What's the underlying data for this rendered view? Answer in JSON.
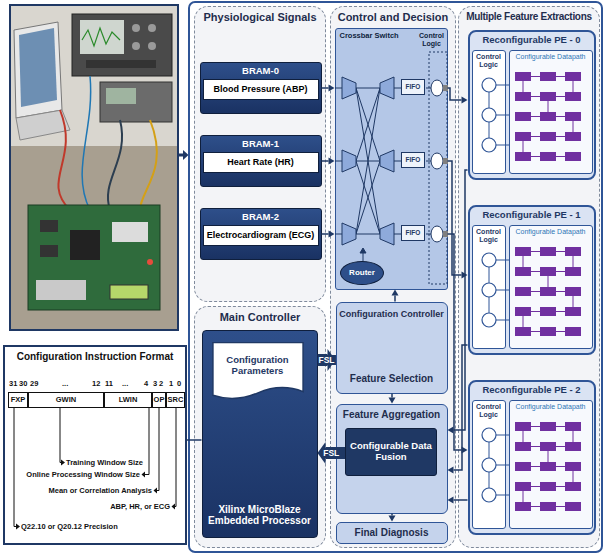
{
  "diagram": {
    "nodes": [
      {
        "text": [
          "Physiological Signals"
        ]
      },
      {
        "text": [
          "BRAM-0",
          "Blood Pressure (ABP)"
        ],
        "in": 0
      },
      {
        "text": [
          "BRAM-1",
          "Heart Rate (HR)"
        ],
        "in": 0
      },
      {
        "text": [
          "BRAM-2",
          "Electrocardiogram (ECG)"
        ],
        "in": 0
      },
      {
        "text": [
          "Control and Decision"
        ]
      },
      {
        "text": [
          "Crossbar Switch",
          "Control Logic"
        ],
        "in": 4
      },
      {
        "text": [
          "FIFO"
        ],
        "in": 5
      },
      {
        "text": [
          "FIFO"
        ],
        "in": 5
      },
      {
        "text": [
          "FIFO"
        ],
        "in": 5
      },
      {
        "text": [
          "Router"
        ],
        "in": 5
      },
      {
        "text": [
          "Multiple Feature Extractions"
        ]
      },
      {
        "text": [
          "Reconfigurable PE - 0"
        ],
        "in": 10
      },
      {
        "text": [
          "Control Logic"
        ],
        "in": 11
      },
      {
        "text": [
          "Configurable Datapath"
        ],
        "in": 11
      },
      {
        "text": [
          "Reconfigurable PE - 1"
        ],
        "in": 10
      },
      {
        "text": [
          "Control Logic"
        ],
        "in": 14
      },
      {
        "text": [
          "Configurable Datapath"
        ],
        "in": 14
      },
      {
        "text": [
          "Reconfigurable PE - 2"
        ],
        "in": 10
      },
      {
        "text": [
          "Control Logic"
        ],
        "in": 17
      },
      {
        "text": [
          "Configurable Datapath"
        ],
        "in": 17
      },
      {
        "text": [
          "Main Controller"
        ]
      },
      {
        "text": [
          "Xilinx MicroBlaze Embedded Processor"
        ],
        "in": 20
      },
      {
        "text": [
          "Configuration Parameters"
        ],
        "in": 21
      },
      {
        "text": [
          "Configuration Controller",
          "Feature Selection"
        ],
        "in": 4
      },
      {
        "text": [
          "Feature Aggregation"
        ],
        "in": 4
      },
      {
        "text": [
          "Configurable Data Fusion"
        ],
        "in": 24
      },
      {
        "text": [
          "Final Diagnosis"
        ],
        "in": 4
      },
      {
        "text": [
          "Configuration Instruction Format"
        ]
      },
      {
        "text": [
          "FXP"
        ],
        "in": 27
      },
      {
        "text": [
          "GWIN"
        ],
        "in": 27
      },
      {
        "text": [
          "LWIN"
        ],
        "in": 27
      },
      {
        "text": [
          "OP"
        ],
        "in": 27
      },
      {
        "text": [
          "SRC"
        ],
        "in": 27
      }
    ],
    "edges": [
      {
        "from": 1,
        "to": 5,
        "arrow": "to"
      },
      {
        "from": 2,
        "to": 5,
        "arrow": "to"
      },
      {
        "from": 3,
        "to": 5,
        "arrow": "to"
      },
      {
        "from": 5,
        "to": 11,
        "arrow": "to"
      },
      {
        "from": 5,
        "to": 14,
        "arrow": "to"
      },
      {
        "from": 5,
        "to": 17,
        "arrow": "to"
      },
      {
        "from": 23,
        "to": 5,
        "arrow": "to"
      },
      {
        "from": 21,
        "to": 23,
        "label": "FSL",
        "arrow": "to"
      },
      {
        "from": 23,
        "to": 24,
        "arrow": "to"
      },
      {
        "from": 11,
        "to": 24,
        "arrow": "to"
      },
      {
        "from": 14,
        "to": 24,
        "arrow": "to"
      },
      {
        "from": 17,
        "to": 24,
        "arrow": "to"
      },
      {
        "from": 25,
        "to": 21,
        "label": "FSL",
        "arrow": "to"
      },
      {
        "from": 24,
        "to": 26,
        "arrow": "to"
      },
      {
        "from": 27,
        "to": 21,
        "arrow": "none"
      }
    ],
    "labels": [
      "31",
      "30",
      "29",
      "...",
      "12",
      "11",
      "...",
      "4",
      "3",
      "2",
      "1",
      "0",
      "Training Window Size",
      "Online Processing Window Size",
      "Mean or Correlation Analysis",
      "Q22.10 or Q20.12 Precision",
      "ABP, HR, or ECG"
    ]
  }
}
